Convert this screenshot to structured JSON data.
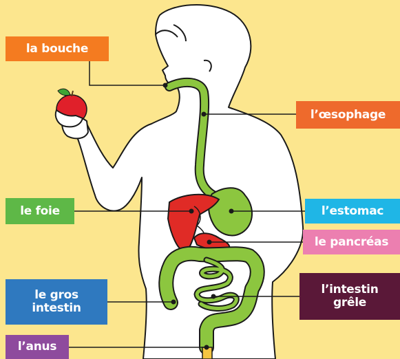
{
  "colors": {
    "background": "#FCE68E",
    "body_fill": "#FFFFFF",
    "outline": "#1A1A1A",
    "organ_green": "#8CC63F",
    "organ_green_dark": "#5E9A2A",
    "organ_red": "#E02B26",
    "apple_red": "#E0202A",
    "leaf_green": "#3FA535"
  },
  "labels": [
    {
      "id": "bouche",
      "text": "la bouche",
      "color": "#F47B20"
    },
    {
      "id": "oesophage",
      "text": "l’œsophage",
      "color": "#EE6A2C"
    },
    {
      "id": "foie",
      "text": "le foie",
      "color": "#5EB847"
    },
    {
      "id": "estomac",
      "text": "l’estomac",
      "color": "#1FB6E6"
    },
    {
      "id": "pancreas",
      "text": "le pancréas",
      "color": "#EC7FB0"
    },
    {
      "id": "gros",
      "text": "le gros\nintestin",
      "color": "#2F79BF"
    },
    {
      "id": "grele",
      "text": "l’intestin\ngrêle",
      "color": "#5A1838"
    },
    {
      "id": "anus",
      "text": "l’anus",
      "color": "#8E4B9D"
    }
  ],
  "icons": {
    "apple": "apple-icon"
  }
}
